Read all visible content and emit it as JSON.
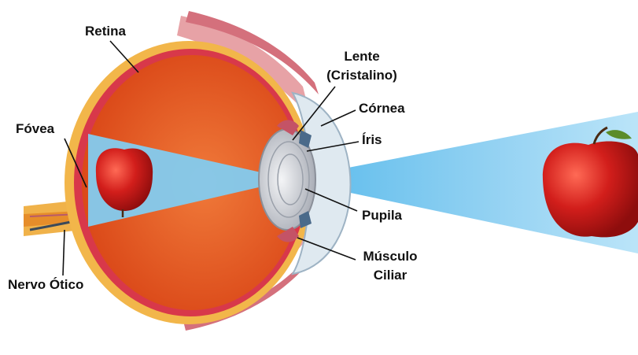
{
  "labels": {
    "retina": "Retina",
    "lente_line1": "Lente",
    "lente_line2": "(Cristalino)",
    "cornea": "Córnea",
    "fovea": "Fóvea",
    "iris": "Íris",
    "pupila": "Pupila",
    "musculo_line1": "Músculo",
    "musculo_line2": "Ciliar",
    "nervo": "Nervo Ótico"
  },
  "colors": {
    "vitreous": "#e0551f",
    "sclera": "#f2b64a",
    "retina_layer": "#d8384a",
    "light_cone": "#7ec8ef",
    "apple": "#cc1a17",
    "lens": "#c9ccd3",
    "cornea": "#d9e6ef",
    "muscle": "#d96b7c"
  }
}
